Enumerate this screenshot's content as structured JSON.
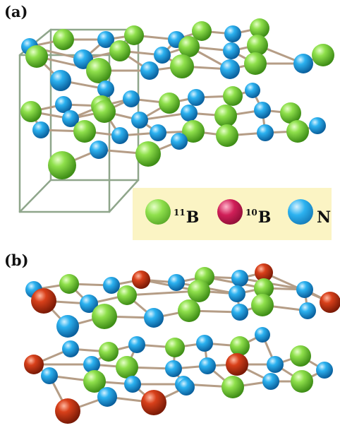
{
  "panels": {
    "a": {
      "label": "(a)"
    },
    "b": {
      "label": "(b)"
    }
  },
  "legend": {
    "items": [
      {
        "sup": "11",
        "symbol": "B",
        "color": "#7cd23a",
        "element": "boron-11"
      },
      {
        "sup": "10",
        "symbol": "B",
        "color": "#c8184f",
        "element": "boron-10"
      },
      {
        "sup": "",
        "symbol": "N",
        "color": "#1aa3e6",
        "element": "nitrogen"
      }
    ]
  },
  "colors": {
    "b11": "#7cd23a",
    "b10_panel_b": "#d03a1a",
    "n": "#1aa3e6",
    "bond": "#b59d86",
    "cell": "#8fa68b",
    "legend_bg": "#fbf4c4"
  }
}
